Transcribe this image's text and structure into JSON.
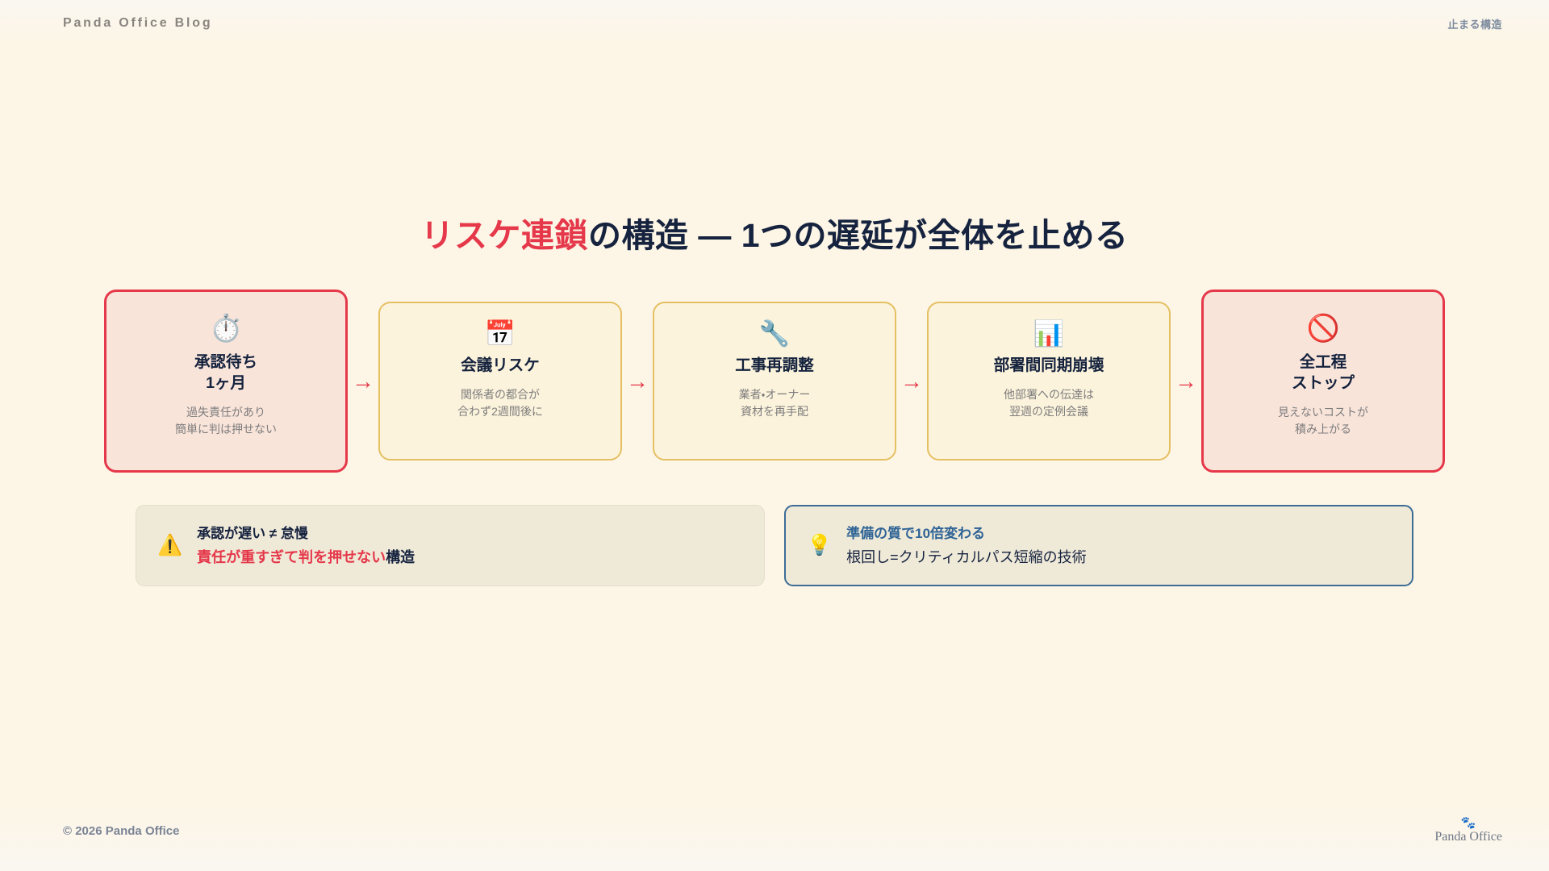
{
  "header": {
    "brand": "Panda Office Blog",
    "tag": "止まる構造"
  },
  "title": {
    "highlight": "リスケ連鎖",
    "rest": "の構造 ― 1つの遅延が全体を止める"
  },
  "flow": {
    "arrow": "→",
    "cards": [
      {
        "icon": "⏱️",
        "icon_name": "stopwatch-icon",
        "title": "承認待ち\n1ヶ月",
        "desc": "過失責任があり\n簡単に判は押せない",
        "style": "danger"
      },
      {
        "icon": "📅",
        "icon_name": "calendar-icon",
        "title": "会議リスケ",
        "desc": "関係者の都合が\n合わず2週間後に",
        "style": "normal"
      },
      {
        "icon": "🔧",
        "icon_name": "wrench-icon",
        "title": "工事再調整",
        "desc": "業者・オーナー\n資材を再手配",
        "style": "normal"
      },
      {
        "icon": "📊",
        "icon_name": "bar-chart-icon",
        "title": "部署間同期崩壊",
        "desc": "他部署への伝達は\n翌週の定例会議",
        "style": "normal"
      },
      {
        "icon": "🚫",
        "icon_name": "prohibited-icon",
        "title": "全工程\nストップ",
        "desc": "見えないコストが\n積み上がる",
        "style": "danger"
      }
    ]
  },
  "callouts": {
    "warning": {
      "icon": "⚠️",
      "icon_name": "warning-icon",
      "line1": "承認が遅い ≠ 怠慢",
      "line2_red": "責任が重すぎて判を押せない",
      "line2_dark": "構造"
    },
    "tip": {
      "icon": "💡",
      "icon_name": "lightbulb-icon",
      "line1": "準備の質で10倍変わる",
      "line2": "根回し=クリティカルパス短縮の技術"
    }
  },
  "footer": {
    "copyright": "© 2026 Panda Office",
    "paw": "🐾",
    "name": "Panda Office"
  },
  "colors": {
    "accent_red": "#e5384a",
    "navy": "#16233f",
    "gold": "#e5c063",
    "blue": "#3d6c96",
    "bg": "#fdf6e6"
  }
}
